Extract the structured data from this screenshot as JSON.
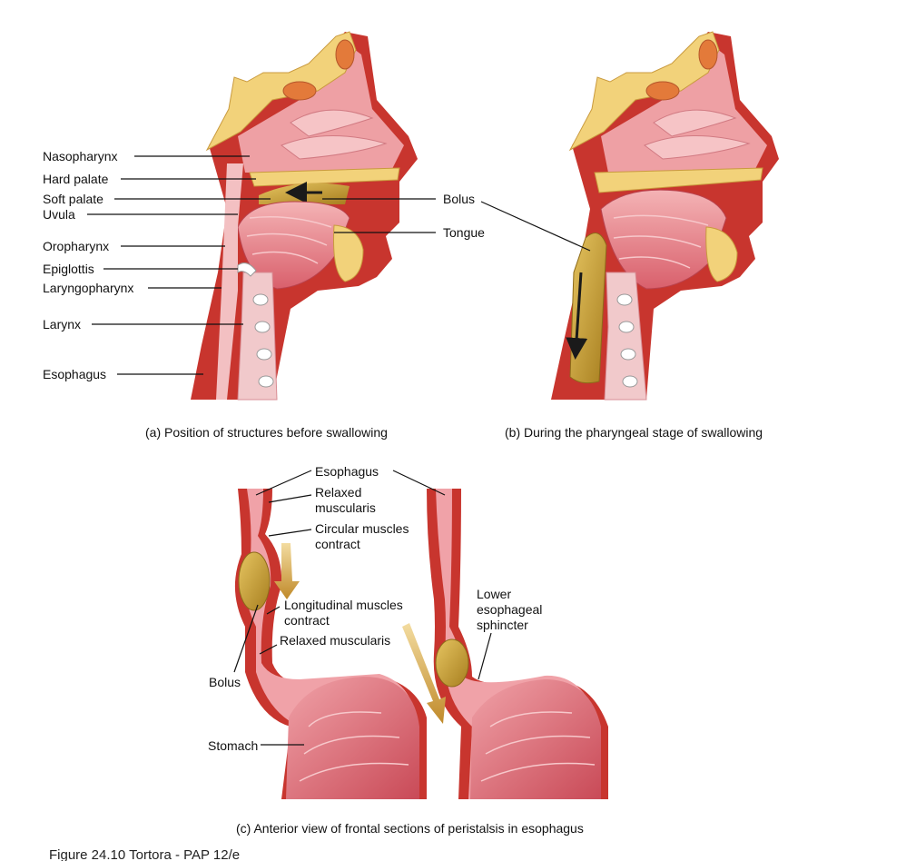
{
  "panel_a": {
    "labels": {
      "nasopharynx": "Nasopharynx",
      "hard_palate": "Hard palate",
      "soft_palate": "Soft palate",
      "uvula": "Uvula",
      "oropharynx": "Oropharynx",
      "epiglottis": "Epiglottis",
      "laryngopharynx": "Laryngopharynx",
      "larynx": "Larynx",
      "esophagus": "Esophagus",
      "bolus": "Bolus",
      "tongue": "Tongue"
    },
    "caption": "(a) Position of structures before swallowing"
  },
  "panel_b": {
    "caption": "(b) During the pharyngeal stage of swallowing"
  },
  "panel_c": {
    "labels": {
      "esophagus": "Esophagus",
      "relaxed_muscularis_1": "Relaxed",
      "relaxed_muscularis_2": "muscularis",
      "circular_1": "Circular muscles",
      "circular_2": "contract",
      "longitudinal_1": "Longitudinal muscles",
      "longitudinal_2": "contract",
      "relaxed_muscularis_lower": "Relaxed muscularis",
      "bolus": "Bolus",
      "stomach": "Stomach",
      "les_1": "Lower",
      "les_2": "esophageal",
      "les_3": "sphincter"
    },
    "caption": "(c) Anterior view of frontal sections of peristalsis in esophagus"
  },
  "footer": "Figure 24.10  Tortora - PAP 12/e",
  "colors": {
    "tissue_red": "#c8352e",
    "tissue_pink": "#eea0a4",
    "muscle_pink": "#e77c86",
    "bone_yellow": "#f2d27a",
    "bolus_gold": "#c9a23a",
    "arrow_gold": "#c08a2a"
  }
}
